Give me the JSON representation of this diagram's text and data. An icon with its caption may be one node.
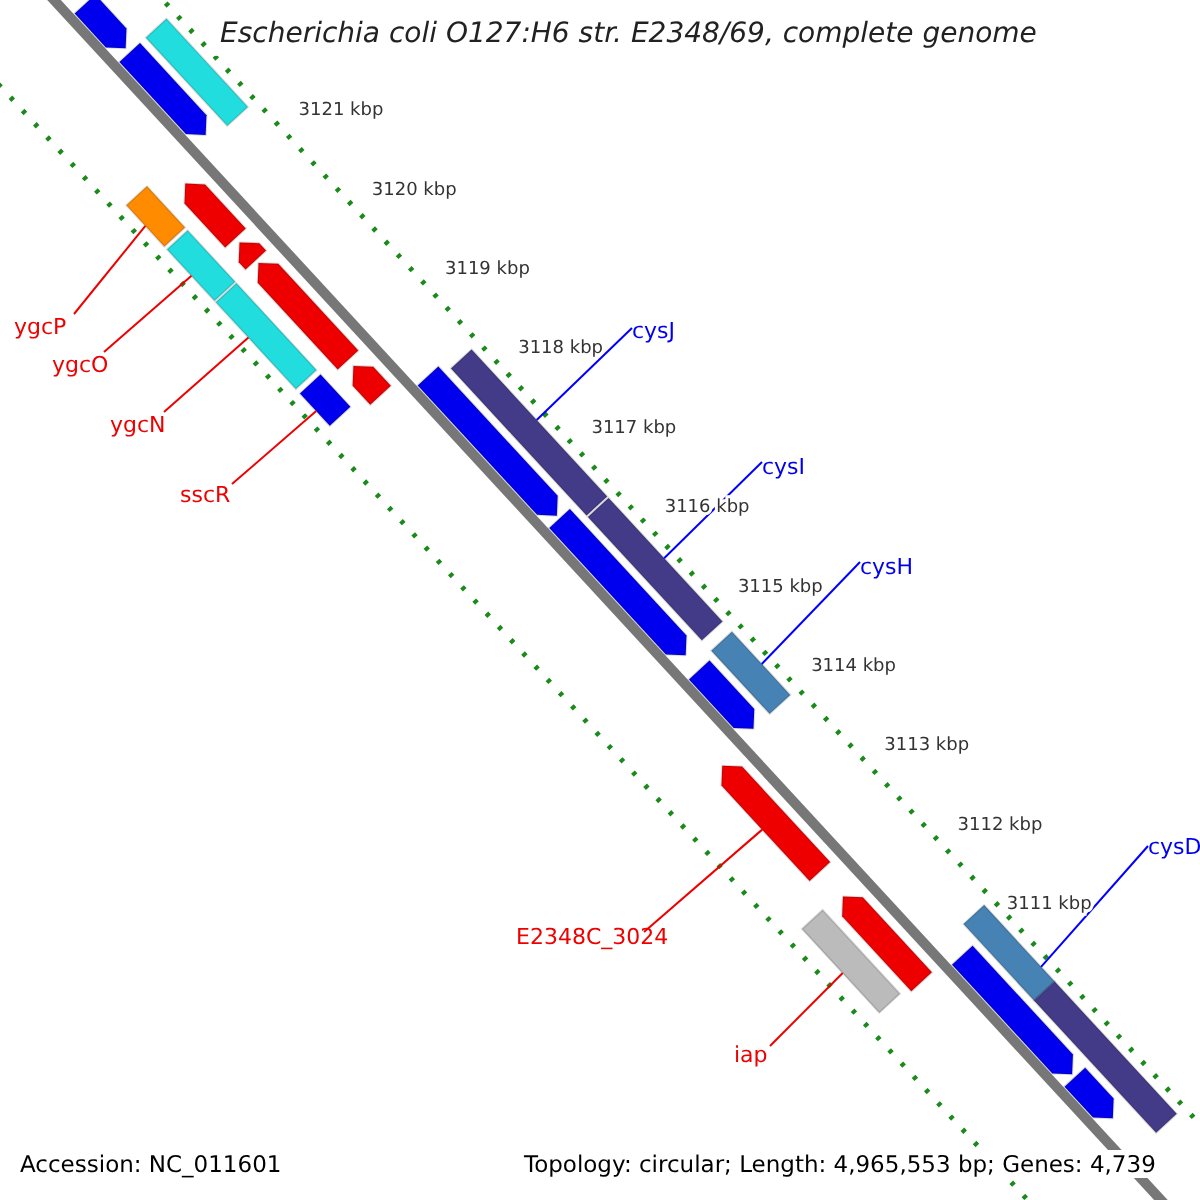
{
  "diagram": {
    "title": "Escherichia coli O127:H6 str. E2348/69, complete genome",
    "nodes": [
      {
        "text": [
          "ygcP"
        ]
      },
      {
        "text": [
          "ygcO"
        ]
      },
      {
        "text": [
          "ygcN"
        ]
      },
      {
        "text": [
          "sscR"
        ]
      },
      {
        "text": [
          "E2348C_3024"
        ]
      },
      {
        "text": [
          "iap"
        ]
      },
      {
        "text": [
          "cysJ"
        ]
      },
      {
        "text": [
          "cysI"
        ]
      },
      {
        "text": [
          "cysH"
        ]
      },
      {
        "text": [
          "cysD"
        ]
      },
      {
        "text": [],
        "shape": "bar"
      },
      {
        "text": [],
        "shape": "bar"
      },
      {
        "text": [],
        "shape": "bar"
      },
      {
        "text": [],
        "shape": "bar"
      },
      {
        "text": [],
        "shape": "bar"
      },
      {
        "text": [],
        "shape": "bar"
      },
      {
        "text": [],
        "shape": "bar"
      },
      {
        "text": [],
        "shape": "bar"
      },
      {
        "text": [],
        "shape": "bar"
      },
      {
        "text": [],
        "shape": "bar"
      },
      {
        "text": [],
        "shape": "bar"
      },
      {
        "text": [],
        "shape": "bar"
      },
      {
        "text": [],
        "shape": "bar"
      },
      {
        "text": [],
        "shape": "bar"
      },
      {
        "text": [],
        "shape": "bar"
      },
      {
        "text": [],
        "shape": "bar"
      },
      {
        "text": [],
        "shape": "bar"
      },
      {
        "text": [],
        "shape": "bar"
      },
      {
        "text": [],
        "shape": "bar"
      },
      {
        "text": [],
        "shape": "bar"
      },
      {
        "text": [],
        "shape": "bar"
      },
      {
        "text": [],
        "shape": "bar"
      },
      {
        "text": [],
        "shape": "bar"
      },
      {
        "text": [],
        "shape": "bar"
      }
    ],
    "edges": [
      {
        "from": 0,
        "to": 10,
        "arrow": "none"
      },
      {
        "from": 1,
        "to": 11,
        "arrow": "none"
      },
      {
        "from": 2,
        "to": 12,
        "arrow": "none"
      },
      {
        "from": 3,
        "to": 13,
        "arrow": "none"
      },
      {
        "from": 4,
        "to": 14,
        "arrow": "none"
      },
      {
        "from": 5,
        "to": 15,
        "arrow": "none"
      },
      {
        "from": 6,
        "to": 16,
        "arrow": "none",
        "color": "#0000ff"
      },
      {
        "from": 7,
        "to": 17,
        "arrow": "none",
        "color": "#0000ff"
      },
      {
        "from": 8,
        "to": 18,
        "arrow": "none",
        "color": "#0000ff"
      },
      {
        "from": 9,
        "to": 19,
        "arrow": "none",
        "color": "#0000ff"
      }
    ],
    "labels": [
      "3121 kbp",
      "3120 kbp",
      "3119 kbp",
      "3118 kbp",
      "3117 kbp",
      "3116 kbp",
      "3115 kbp",
      "3114 kbp",
      "3113 kbp",
      "3112 kbp",
      "3111 kbp",
      "Accession: NC_011601",
      "Topology: circular; Length: 4,965,553 bp; Genes: 4,739"
    ]
  }
}
